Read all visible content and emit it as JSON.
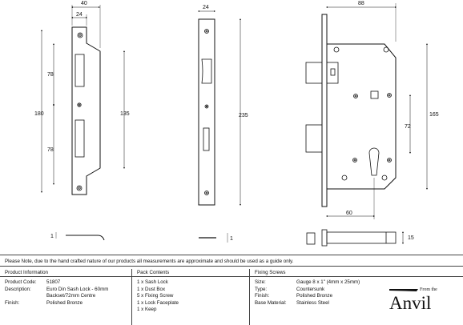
{
  "dimensions": {
    "keep_width": "40",
    "keep_inset": "24",
    "keep_total_height": "180",
    "keep_upper": "78",
    "keep_lower": "78",
    "keep_centres": "135",
    "forend_width": "24",
    "forend_height": "235",
    "body_depth": "88",
    "body_height": "165",
    "centres": "72",
    "backset": "60",
    "keep_thickness": "1",
    "forend_thickness": "1",
    "case_thickness": "15"
  },
  "note": "Please Note, due to the hand crafted nature of our products all measurements are approximate and should be used as a guide only.",
  "product_information": {
    "heading": "Product Information",
    "rows": [
      {
        "label": "Product Code:",
        "value": "51807"
      },
      {
        "label": "Description:",
        "value": "Euro Din Sash Lock - 60mm"
      },
      {
        "label": "",
        "value": "Backset/72mm Centre"
      },
      {
        "label": "Finish:",
        "value": "Polished Bronze"
      }
    ]
  },
  "pack_contents": {
    "heading": "Pack Contents",
    "items": [
      "1 x Sash Lock",
      "1 x Dust Box",
      "5 x Fixing Screw",
      "1 x Lock Faceplate",
      "1 x Keep"
    ]
  },
  "fixing_screws": {
    "heading": "Fixing Screws",
    "rows": [
      {
        "label": "Size:",
        "value": "Gauge 8 x 1\" (4mm x 25mm)"
      },
      {
        "label": "Type:",
        "value": "Countersunk"
      },
      {
        "label": "Finish:",
        "value": "Polished Bronze"
      },
      {
        "label": "Base Material:",
        "value": "Stainless Steel"
      }
    ]
  },
  "logo": {
    "small_text": "From the",
    "brand": "Anvil"
  }
}
